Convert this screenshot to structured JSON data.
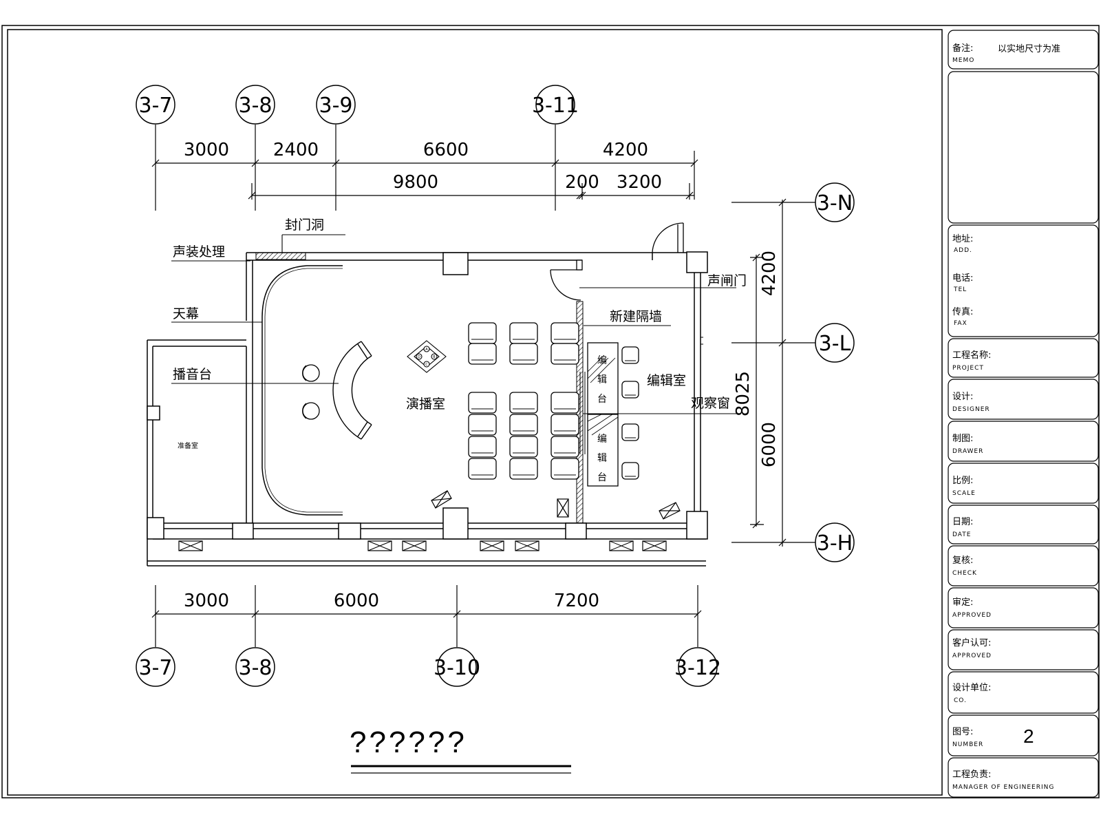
{
  "drawing": {
    "grid_top": [
      "3-7",
      "3-8",
      "3-9",
      "3-11"
    ],
    "grid_bottom": [
      "3-7",
      "3-8",
      "3-10",
      "3-12"
    ],
    "grid_right": [
      "3-N",
      "3-L",
      "3-H"
    ],
    "dims_top_row1": [
      "3000",
      "2400",
      "6600",
      "4200"
    ],
    "dims_top_row2": [
      "9800",
      "200",
      "3200"
    ],
    "dims_bottom": [
      "3000",
      "6000",
      "7200"
    ],
    "dims_right_outer": [
      "4200",
      "6000"
    ],
    "dims_right_total": "8025",
    "labels": {
      "seal_door": "封门洞",
      "acoustic": "声装处理",
      "sky_curtain": "天幕",
      "broadcast_desk": "播音台",
      "prep_room": "准备室",
      "studio": "演播室",
      "sound_door": "声闸门",
      "new_wall": "新建隔墙",
      "edit_room": "编辑室",
      "obs_window": "观察窗",
      "edit_desk_1": [
        "编",
        "辑",
        "台"
      ],
      "edit_desk_2": [
        "编",
        "辑",
        "台"
      ]
    },
    "bottom_title": "??????"
  },
  "title_block": {
    "memo_cn": "备注:",
    "memo_en": "MEMO",
    "memo_text": "以实地尺寸为准",
    "rows": [
      {
        "cn": "地址:",
        "en": "ADD."
      },
      {
        "cn": "电话:",
        "en": "TEL"
      },
      {
        "cn": "传真:",
        "en": "FAX"
      },
      {
        "cn": "工程名称:",
        "en": "PROJECT"
      },
      {
        "cn": "设计:",
        "en": "DESIGNER"
      },
      {
        "cn": "制图:",
        "en": "DRAWER"
      },
      {
        "cn": "比例:",
        "en": "SCALE"
      },
      {
        "cn": "日期:",
        "en": "DATE"
      },
      {
        "cn": "复核:",
        "en": "CHECK"
      },
      {
        "cn": "审定:",
        "en": "APPROVED"
      },
      {
        "cn": "客户认可:",
        "en": "APPROVED"
      },
      {
        "cn": "设计单位:",
        "en": "CO."
      },
      {
        "cn": "图号:",
        "en": "NUMBER"
      },
      {
        "cn": "工程负责:",
        "en": "MANAGER OF ENGINEERING"
      }
    ],
    "number_value": "2"
  }
}
